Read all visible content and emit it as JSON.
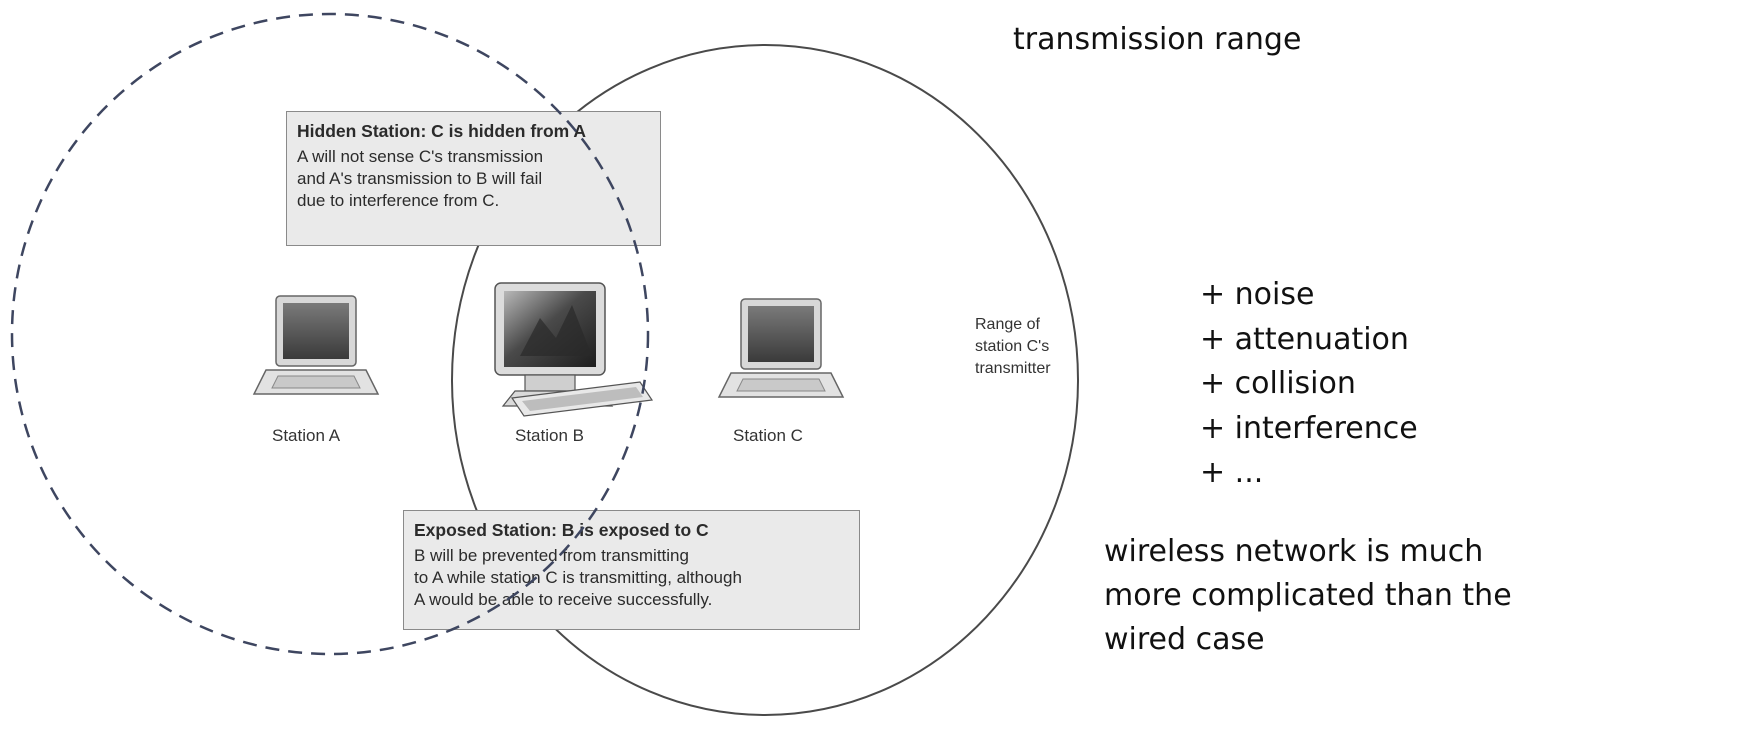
{
  "annotations": {
    "transmission_range": "transmission range",
    "factors": [
      "+ noise",
      "+ attenuation",
      "+ collision",
      "+ interference",
      "+ ..."
    ],
    "conclusion": [
      "wireless network is much",
      "more complicated than the",
      "wired case"
    ]
  },
  "hidden_station": {
    "title": "Hidden Station: C is hidden from A",
    "lines": [
      "A will not sense C's transmission",
      "and A's transmission to B will fail",
      "due to interference from C."
    ]
  },
  "exposed_station": {
    "title": "Exposed Station: B is exposed to C",
    "lines": [
      "B will be prevented from transmitting",
      "to A while station C is transmitting, although",
      "A would be able to receive successfully."
    ]
  },
  "range_note": [
    "Range of",
    "station C's",
    "transmitter"
  ],
  "stations": {
    "a": "Station A",
    "b": "Station B",
    "c": "Station C"
  },
  "colors": {
    "dashed_circle": "#3e4660",
    "solid_circle": "#4a4a4a",
    "note_box_fill": "#eaeaea"
  }
}
